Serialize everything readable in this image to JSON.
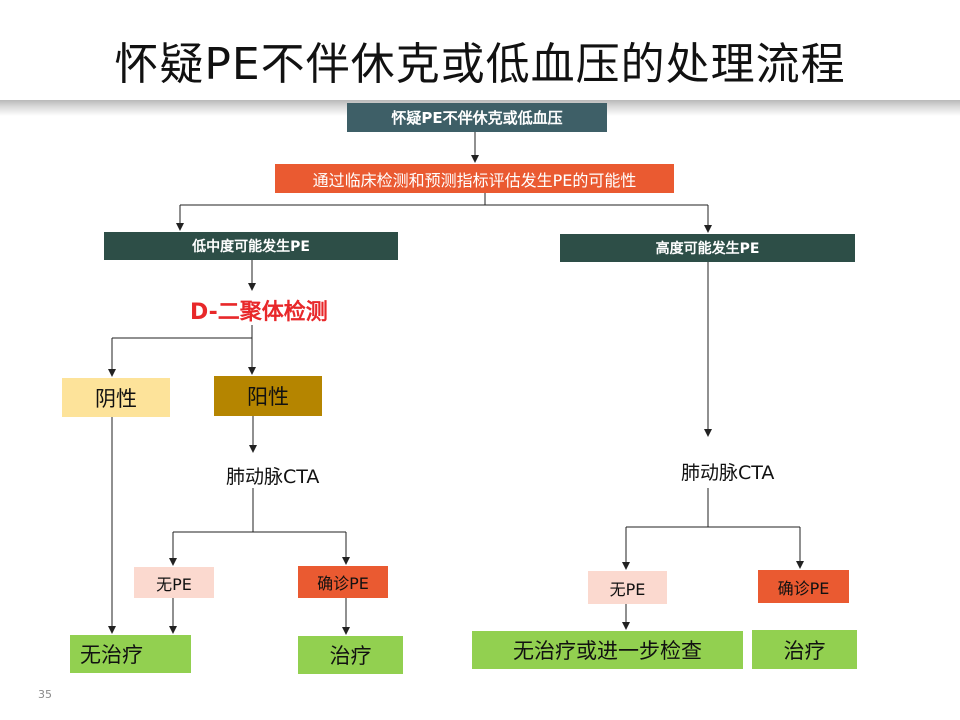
{
  "slide": {
    "title": "怀疑PE不伴休克或低血压的处理流程",
    "page_number": "35"
  },
  "flow": {
    "root": "怀疑PE不伴休克或低血压",
    "assess": "通过临床检测和预测指标评估发生PE的可能性",
    "low_mid": "低中度可能发生PE",
    "high": "高度可能发生PE",
    "d_dimer": "D-二聚体检测",
    "negative": "阴性",
    "positive": "阳性",
    "cta_left": "肺动脉CTA",
    "cta_right": "肺动脉CTA",
    "no_pe_left": "无PE",
    "confirmed_pe_left": "确诊PE",
    "no_pe_right": "无PE",
    "confirmed_pe_right": "确诊PE",
    "no_treatment_left": "无治疗",
    "treatment_left": "治疗",
    "no_treatment_or_further": "无治疗或进一步检查",
    "treatment_right": "治疗"
  },
  "colors": {
    "dark_box": "#2d4e47",
    "root_box": "#3e5f67",
    "assess_box": "#ea5a31",
    "negative_box": "#fde39a",
    "positive_box": "#b58500",
    "no_pe_box": "#fbd9cf",
    "confirmed_pe_box": "#ea5a31",
    "treatment_box": "#92d050",
    "d_dimer_text": "#e8282a"
  }
}
